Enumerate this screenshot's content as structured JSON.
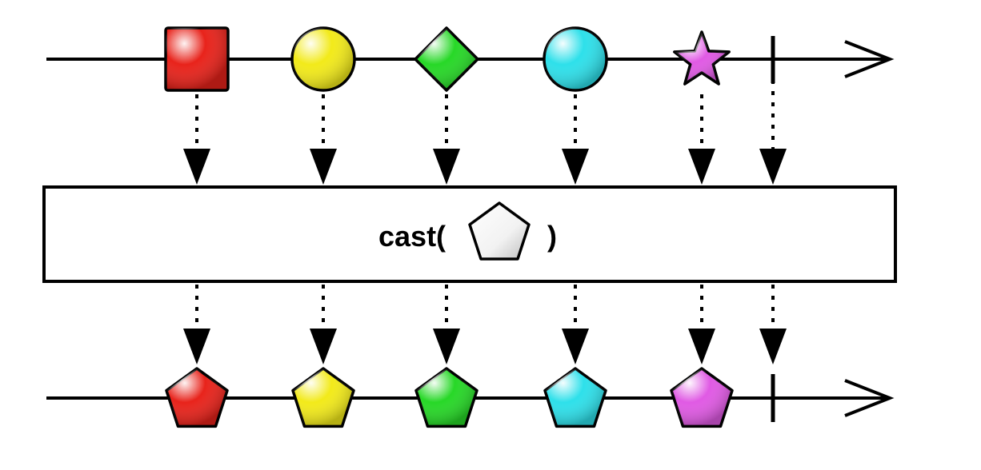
{
  "operator": {
    "prefix": "cast(",
    "suffix": ")",
    "argument_shape": "pentagon"
  },
  "input_stream": {
    "events": [
      {
        "shape": "square",
        "color": "#e8231b"
      },
      {
        "shape": "circle",
        "color": "#f2ea1a"
      },
      {
        "shape": "diamond",
        "color": "#27d827"
      },
      {
        "shape": "circle",
        "color": "#2ee0ea"
      },
      {
        "shape": "star",
        "color": "#e05ae4"
      }
    ],
    "completes": true
  },
  "output_stream": {
    "events": [
      {
        "shape": "pentagon",
        "color": "#e8231b"
      },
      {
        "shape": "pentagon",
        "color": "#f2ea1a"
      },
      {
        "shape": "pentagon",
        "color": "#27d827"
      },
      {
        "shape": "pentagon",
        "color": "#2ee0ea"
      },
      {
        "shape": "pentagon",
        "color": "#e05ae4"
      }
    ],
    "completes": true
  }
}
